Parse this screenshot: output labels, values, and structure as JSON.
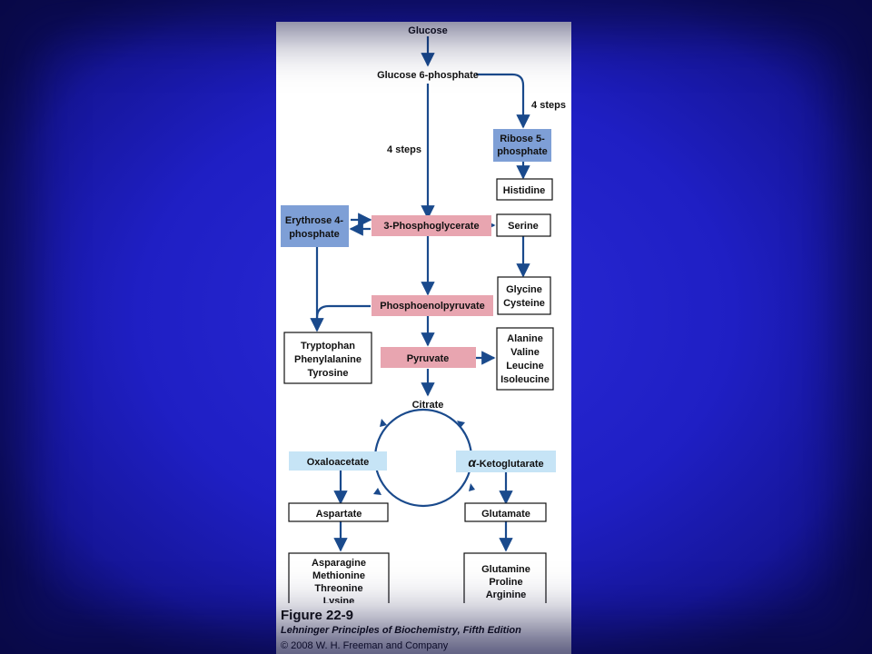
{
  "colors": {
    "background": "#1f1fc4",
    "arrow": "#1a4a8c",
    "pink_box": "#e8a5b0",
    "blue_box": "#7e9fd6",
    "light_blue_box": "#c6e4f6"
  },
  "nodes": {
    "glucose": "Glucose",
    "glucose6p": "Glucose 6-phosphate",
    "ribose5p": [
      "Ribose 5-",
      "phosphate"
    ],
    "histidine": "Histidine",
    "erythrose4p": [
      "Erythrose 4-",
      "phosphate"
    ],
    "phosphoglycerate": "3-Phosphoglycerate",
    "serine": "Serine",
    "glycine_cysteine": [
      "Glycine",
      "Cysteine"
    ],
    "pep": "Phosphoenolpyruvate",
    "aromatic": [
      "Tryptophan",
      "Phenylalanine",
      "Tyrosine"
    ],
    "pyruvate": "Pyruvate",
    "branched": [
      "Alanine",
      "Valine",
      "Leucine",
      "Isoleucine"
    ],
    "citrate": "Citrate",
    "oxaloacetate": "Oxaloacetate",
    "ketoglutarate_symbol": "α",
    "ketoglutarate": "-Ketoglutarate",
    "aspartate": "Aspartate",
    "glutamate": "Glutamate",
    "aspartate_family": [
      "Asparagine",
      "Methionine",
      "Threonine",
      "Lysine"
    ],
    "glutamate_family": [
      "Glutamine",
      "Proline",
      "Arginine"
    ]
  },
  "labels": {
    "steps_right": "4 steps",
    "steps_main": "4 steps"
  },
  "caption": {
    "title": "Figure 22-9",
    "subtitle": "Lehninger Principles of Biochemistry, Fifth Edition",
    "copyright": "© 2008 W. H. Freeman and Company"
  }
}
